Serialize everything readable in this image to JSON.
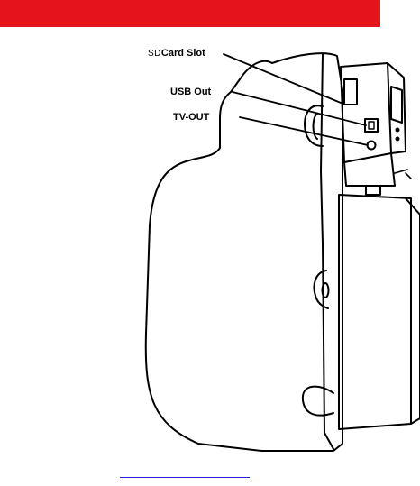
{
  "labels": {
    "sd_prefix": "SD",
    "sd_rest": "Card Slot",
    "usb": "USB Out",
    "tv": "TV-OUT"
  },
  "colors": {
    "header_band": "#e3151a",
    "link_underline": "#2323d8",
    "line": "#000000"
  }
}
